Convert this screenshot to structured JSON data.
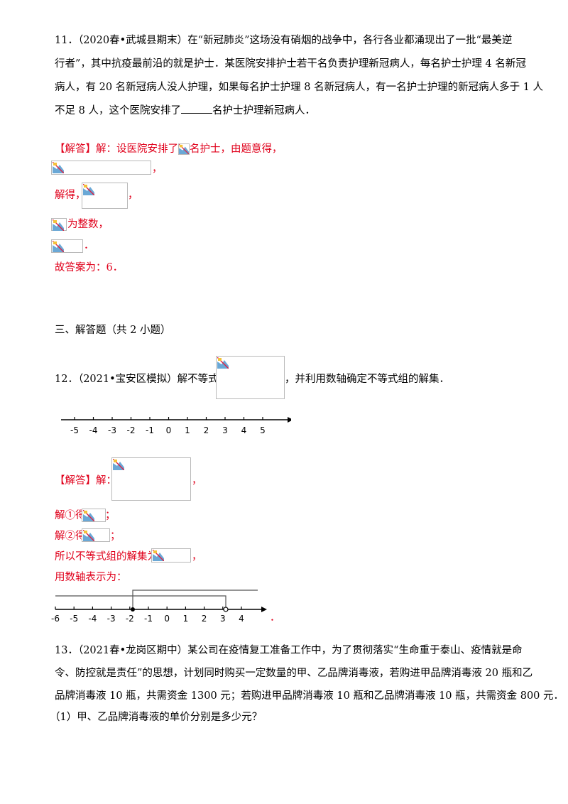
{
  "q11": {
    "line1": "11．（2020春•武城县期末）在“新冠肺炎”这场没有硝烟的战争中，各行各业都涌现出了一批“最美逆",
    "line2": "行者”，其中抗疫最前沿的就是护士．某医院安排护士若干名负责护理新冠病人，每名护士护理 4 名新冠",
    "line3": "病人，有 20 名新冠病人没人护理，如果每名护士护理 8 名新冠病人，有一名护士护理的新冠病人多于 1 人",
    "line4_a": "不足 8 人，这个医院安排了",
    "line4_b": "名护士护理新冠病人．",
    "ans_a": "【解答】解：设医院安排了",
    "ans_b": "名护士，由题意得，",
    "comma": "，",
    "jiede": "解得，",
    "is_integer": "为整数，",
    "period": "．",
    "final": "故答案为：6．"
  },
  "section3": {
    "title": "三、解答题（共 2 小题）"
  },
  "q12": {
    "stem_a": "12．（2021•宝安区模拟）解不等式组",
    "stem_b": "，并利用数轴确定不等式组的解集．",
    "axis1_ticks": [
      "-5",
      "-4",
      "-3",
      "-2",
      "-1",
      "0",
      "1",
      "2",
      "3",
      "4",
      "5"
    ],
    "ans_prefix": "【解答】解：",
    "comma": "，",
    "step1": "解①得",
    "step2": "解②得",
    "semicolon": "；",
    "solution": "所以不等式组的解集为",
    "show": "用数轴表示为：",
    "axis2_ticks": [
      "-6",
      "-5",
      "-4",
      "-3",
      "-2",
      "-1",
      "0",
      "1",
      "2",
      "3",
      "4"
    ],
    "period": "．"
  },
  "q13": {
    "line1": "13．（2021春•龙岗区期中）某公司在疫情复工准备工作中，为了贯彻落实“生命重于泰山、疫情就是命",
    "line2": "令、防控就是责任”的思想，计划同时购买一定数量的甲、乙品牌消毒液，若购进甲品牌消毒液 20 瓶和乙",
    "line3": "品牌消毒液 10 瓶，共需资金 1300 元；若购进甲品牌消毒液 10 瓶和乙品牌消毒液 10 瓶，共需资金 800 元．",
    "sub1": "（1）甲、乙品牌消毒液的单价分别是多少元？"
  },
  "icons": {
    "broken_image": "broken-image-icon"
  }
}
